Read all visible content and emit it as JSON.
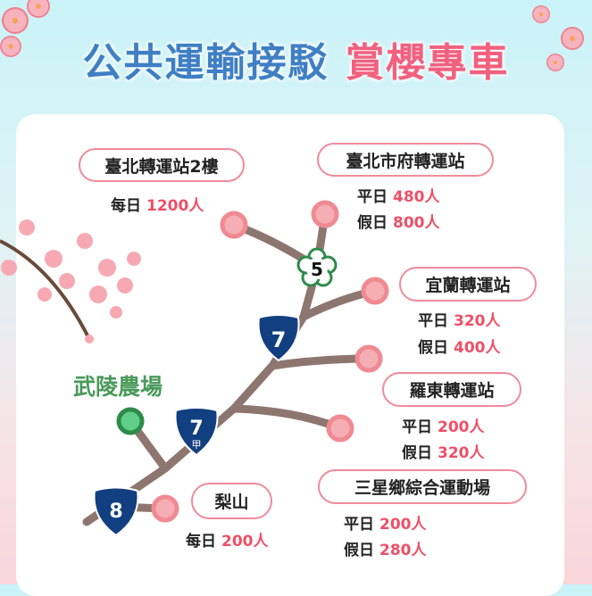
{
  "title": {
    "part1": "公共運輸接駁",
    "part2": "賞櫻專車"
  },
  "destination": "武陵農場",
  "shields": {
    "route5": "5",
    "route7": "7",
    "route7a_num": "7",
    "route7a_sub": "甲",
    "route8": "8"
  },
  "stations": [
    {
      "name": "臺北轉運站2樓",
      "rows": [
        {
          "label": "每日",
          "value": "1200人"
        }
      ]
    },
    {
      "name": "臺北市府轉運站",
      "rows": [
        {
          "label": "平日",
          "value": "480人"
        },
        {
          "label": "假日",
          "value": "800人"
        }
      ]
    },
    {
      "name": "宜蘭轉運站",
      "rows": [
        {
          "label": "平日",
          "value": "320人"
        },
        {
          "label": "假日",
          "value": "400人"
        }
      ]
    },
    {
      "name": "羅東轉運站",
      "rows": [
        {
          "label": "平日",
          "value": "200人"
        },
        {
          "label": "假日",
          "value": "320人"
        }
      ]
    },
    {
      "name": "三星鄉綜合運動場",
      "rows": [
        {
          "label": "平日",
          "value": "200人"
        },
        {
          "label": "假日",
          "value": "280人"
        }
      ]
    },
    {
      "name": "梨山",
      "rows": [
        {
          "label": "每日",
          "value": "200人"
        }
      ]
    }
  ],
  "colors": {
    "road": "#8e7670",
    "node": "#f08a92",
    "node_fill": "#f4aeb4",
    "dest": "#2e8b4a",
    "shield": "#123f80",
    "accent": "#ee4f66"
  }
}
